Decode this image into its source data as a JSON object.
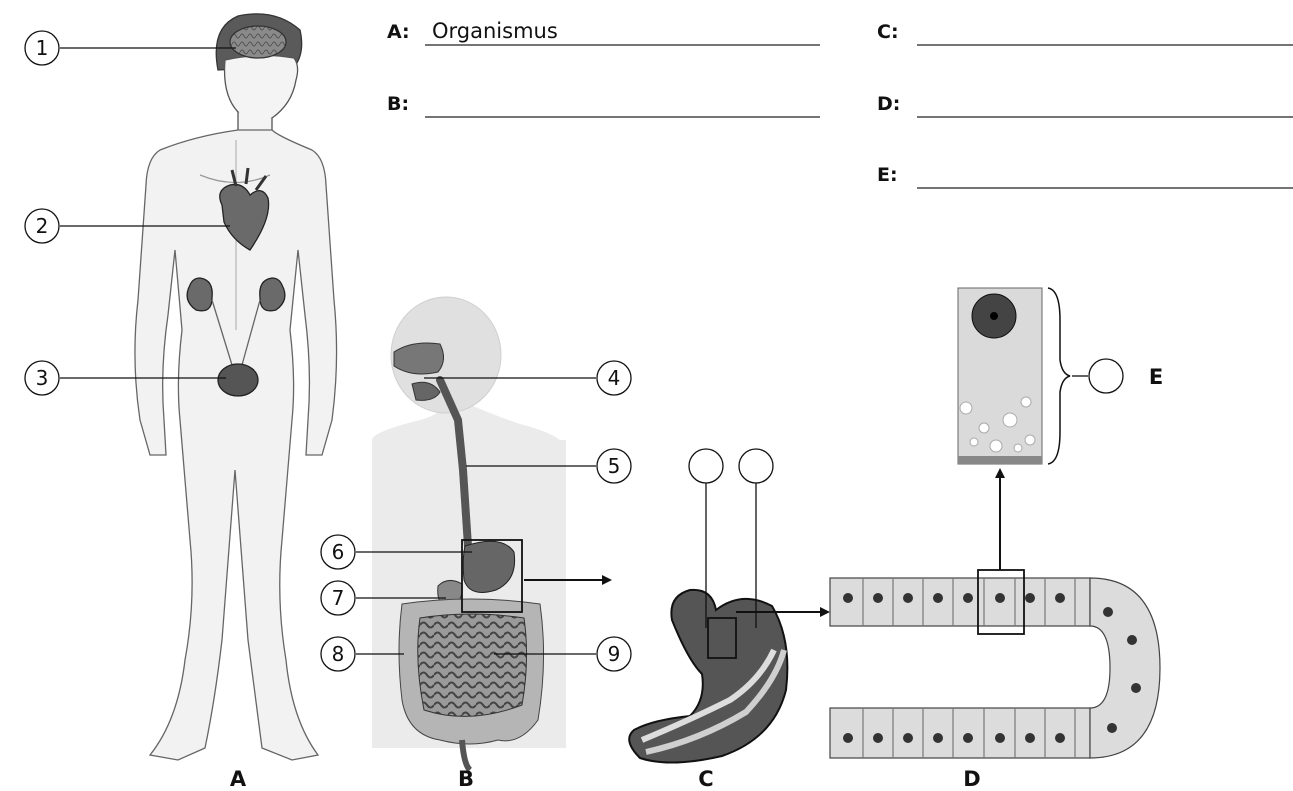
{
  "answers": {
    "A": {
      "letter": "A:",
      "value": "Organismus"
    },
    "B": {
      "letter": "B:",
      "value": ""
    },
    "C": {
      "letter": "C:",
      "value": ""
    },
    "D": {
      "letter": "D:",
      "value": ""
    },
    "E": {
      "letter": "E:",
      "value": ""
    }
  },
  "callouts": [
    "1",
    "2",
    "3",
    "4",
    "5",
    "6",
    "7",
    "8",
    "9"
  ],
  "panel_captions": {
    "A": "A",
    "B": "B",
    "C": "C",
    "D": "D",
    "E": "E"
  }
}
